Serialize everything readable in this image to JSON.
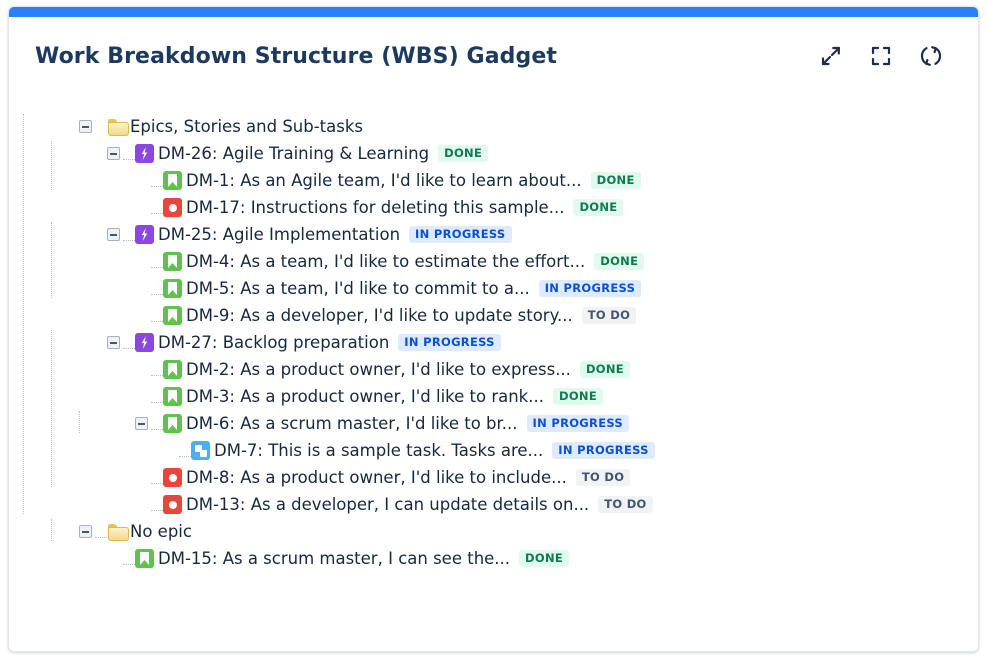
{
  "theme": {
    "accent_bar_color": "#2d7ff9",
    "title_color": "#1b3a5e",
    "epic_icon_color": "#8b47e0",
    "story_icon_color": "#5fc14e",
    "bug_icon_color": "#e8453c",
    "subtask_icon_color": "#4ab1f1",
    "folder_icon_color": "#f3d98a",
    "badge_done_bg": "#e0fbee",
    "badge_done_fg": "#0d7a50",
    "badge_inprogress_bg": "#deebff",
    "badge_inprogress_fg": "#0b4fd4",
    "badge_todo_bg": "#f1f2f4",
    "badge_todo_fg": "#44546f"
  },
  "header": {
    "title": "Work Breakdown Structure (WBS) Gadget",
    "actions": [
      {
        "name": "collapse-icon",
        "tooltip": "Collapse"
      },
      {
        "name": "fullscreen-icon",
        "tooltip": "Fullscreen"
      },
      {
        "name": "refresh-icon",
        "tooltip": "Refresh"
      }
    ]
  },
  "tree": {
    "rows": [
      {
        "level": 0,
        "toggle": "minus",
        "icon": "folder",
        "label": "Epics, Stories and Sub-tasks",
        "status": null
      },
      {
        "level": 1,
        "toggle": "minus",
        "icon": "epic",
        "label": "DM-26: Agile Training & Learning",
        "status": "DONE",
        "status_kind": "done"
      },
      {
        "level": 2,
        "toggle": "none",
        "icon": "story",
        "label": "DM-1: As an Agile team, I'd like to learn about...",
        "status": "DONE",
        "status_kind": "done"
      },
      {
        "level": 2,
        "toggle": "none",
        "icon": "bug",
        "label": "DM-17: Instructions for deleting this sample...",
        "status": "DONE",
        "status_kind": "done"
      },
      {
        "level": 1,
        "toggle": "minus",
        "icon": "epic",
        "label": "DM-25: Agile Implementation",
        "status": "IN PROGRESS",
        "status_kind": "inprogress"
      },
      {
        "level": 2,
        "toggle": "none",
        "icon": "story",
        "label": "DM-4: As a team, I'd like to estimate the effort...",
        "status": "DONE",
        "status_kind": "done"
      },
      {
        "level": 2,
        "toggle": "none",
        "icon": "story",
        "label": "DM-5: As a team, I'd like to commit to a...",
        "status": "IN PROGRESS",
        "status_kind": "inprogress"
      },
      {
        "level": 2,
        "toggle": "none",
        "icon": "story",
        "label": "DM-9: As a developer, I'd like to update story...",
        "status": "TO DO",
        "status_kind": "todo"
      },
      {
        "level": 1,
        "toggle": "minus",
        "icon": "epic",
        "label": "DM-27: Backlog preparation",
        "status": "IN PROGRESS",
        "status_kind": "inprogress"
      },
      {
        "level": 2,
        "toggle": "none",
        "icon": "story",
        "label": "DM-2: As a product owner, I'd like to express...",
        "status": "DONE",
        "status_kind": "done"
      },
      {
        "level": 2,
        "toggle": "none",
        "icon": "story",
        "label": "DM-3: As a product owner, I'd like to rank...",
        "status": "DONE",
        "status_kind": "done"
      },
      {
        "level": 2,
        "toggle": "minus",
        "icon": "story",
        "label": "DM-6: As a scrum master, I'd like to br...",
        "status": "IN PROGRESS",
        "status_kind": "inprogress"
      },
      {
        "level": 3,
        "toggle": "none",
        "icon": "subtask",
        "label": "DM-7: This is a sample task. Tasks are...",
        "status": "IN PROGRESS",
        "status_kind": "inprogress"
      },
      {
        "level": 2,
        "toggle": "none",
        "icon": "bug",
        "label": "DM-8: As a product owner, I'd like to include...",
        "status": "TO DO",
        "status_kind": "todo"
      },
      {
        "level": 2,
        "toggle": "none",
        "icon": "bug",
        "label": "DM-13: As a developer, I can update details on...",
        "status": "TO DO",
        "status_kind": "todo"
      },
      {
        "level": 0,
        "toggle": "minus",
        "icon": "folder",
        "label": "No epic",
        "status": null
      },
      {
        "level": 1,
        "toggle": "none",
        "icon": "story",
        "label": "DM-15: As a scrum master, I can see the...",
        "status": "DONE",
        "status_kind": "done"
      }
    ]
  }
}
